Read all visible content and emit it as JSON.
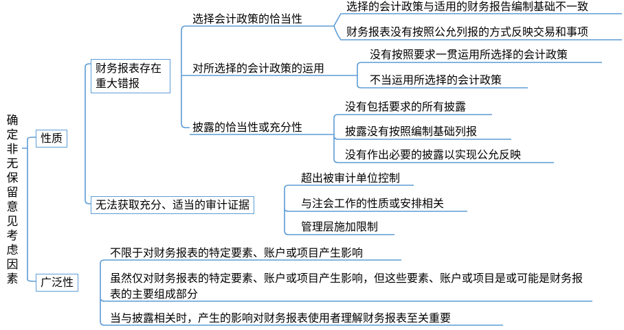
{
  "root": {
    "label": "确定非无保留意见考虑因素"
  },
  "nature": {
    "label": "性质",
    "misstatement": {
      "label": "财务报表存在重大错报",
      "policy_selection": {
        "label": "选择会计政策的恰当性",
        "items": [
          "选择的会计政策与适用的财务报告编制基础不一致",
          "财务报表没有按照公允列报的方式反映交易和事项"
        ]
      },
      "policy_application": {
        "label": "对所选择的会计政策的运用",
        "items": [
          "没有按照要求一贯运用所选择的会计政策",
          "不当运用所选择的会计政策"
        ]
      },
      "disclosure": {
        "label": "披露的恰当性或充分性",
        "items": [
          "没有包括要求的所有披露",
          "披露没有按照编制基础列报",
          "没有作出必要的披露以实现公允反映"
        ]
      }
    },
    "evidence": {
      "label": "无法获取充分、适当的审计证据",
      "items": [
        "超出被审计单位控制",
        "与注会工作的性质或安排相关",
        "管理层施加限制"
      ]
    }
  },
  "pervasive": {
    "label": "广泛性",
    "items": [
      "不限于对财务报表的特定要素、账户或项目产生影响",
      "虽然仅对财务报表的特定要素、账户或项目产生影响，但这些要素、账户或项目是或可能是财务报表的主要组成部分",
      "当与披露相关时，产生的影响对财务报表使用者理解财务报表至关重要"
    ]
  },
  "colors": {
    "line": "#5b9bd5",
    "text": "#000000"
  }
}
